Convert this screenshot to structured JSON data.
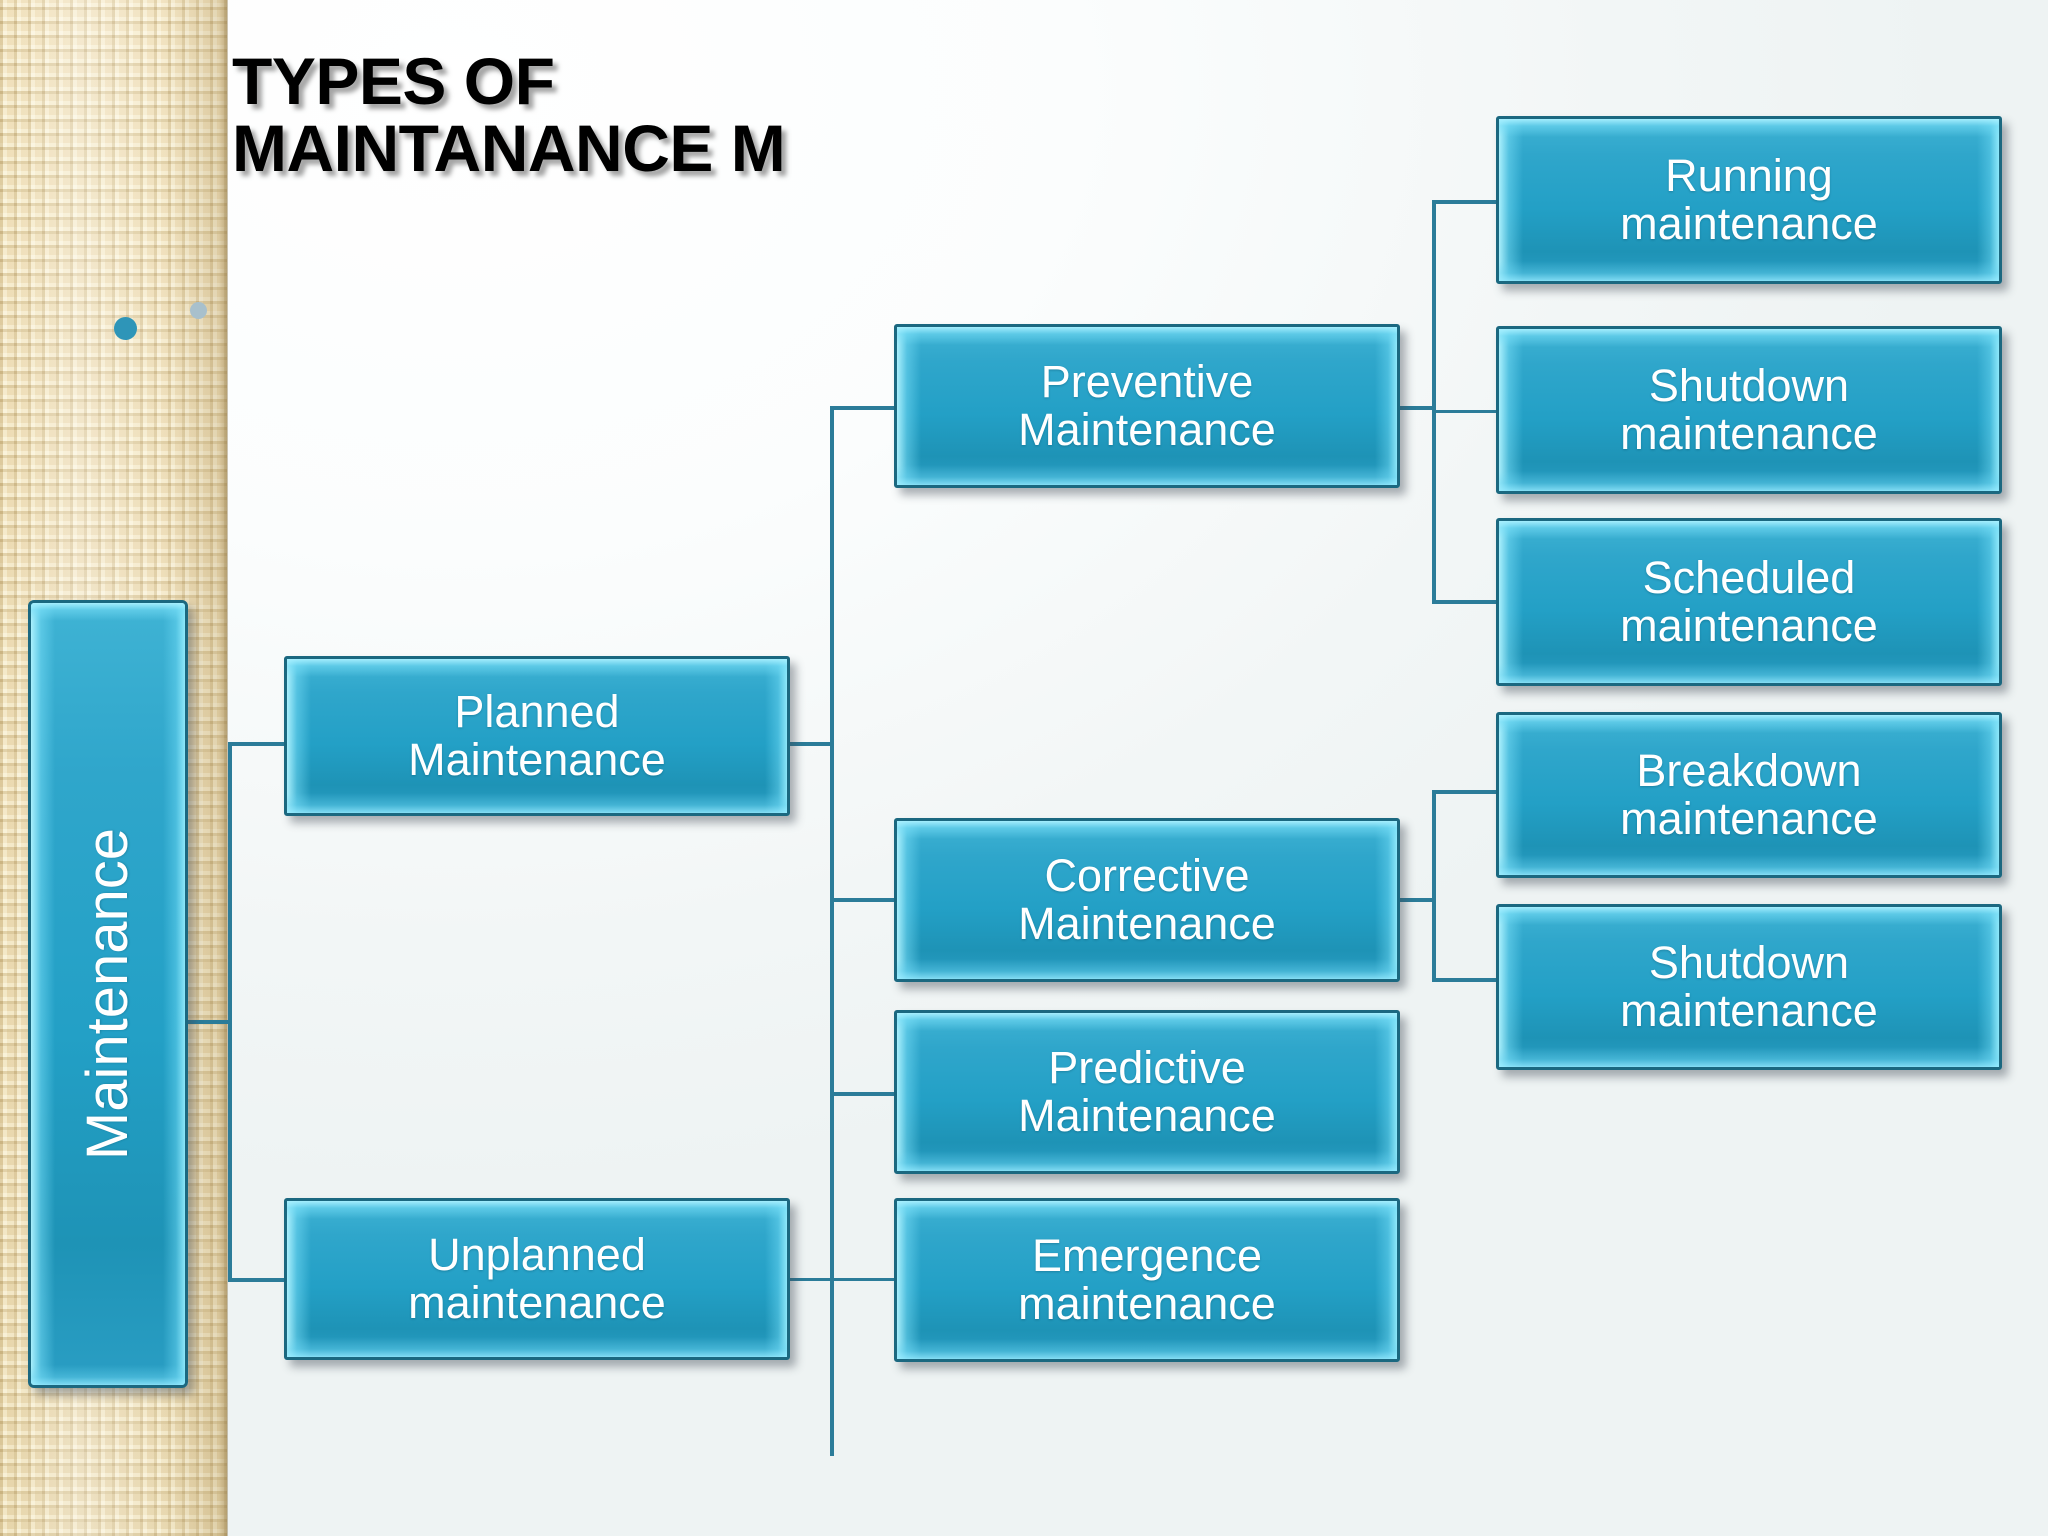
{
  "slide": {
    "title": "TYPES OF\nMAINTANANCE M",
    "background_color": "#ffffff",
    "sidebar_color": "#ead9b0",
    "node_fill_color": "#23a0c6",
    "node_border_color": "#1b6880",
    "connector_color": "#2b7c99",
    "label_color": "#ffffff"
  },
  "bullets": [
    {
      "name": "teal-bullet",
      "color": "#2e95b8"
    },
    {
      "name": "gray-bullet",
      "color": "#a8c0cc"
    }
  ],
  "diagram": {
    "type": "hierarchy-tree",
    "root": {
      "label": "Maintenance"
    },
    "level2": [
      {
        "label": "Planned\nMaintenance"
      },
      {
        "label": "Unplanned\nmaintenance"
      }
    ],
    "level3": [
      {
        "label": "Preventive\nMaintenance",
        "parent": "Planned Maintenance"
      },
      {
        "label": "Corrective\nMaintenance",
        "parent": "Planned Maintenance"
      },
      {
        "label": "Predictive\nMaintenance",
        "parent": "Planned Maintenance"
      },
      {
        "label": "Emergence\nmaintenance",
        "parent": "Unplanned maintenance"
      }
    ],
    "level4": [
      {
        "label": "Running\nmaintenance",
        "parent": "Preventive Maintenance"
      },
      {
        "label": "Shutdown\nmaintenance",
        "parent": "Preventive Maintenance"
      },
      {
        "label": "Scheduled\nmaintenance",
        "parent": "Preventive Maintenance"
      },
      {
        "label": "Breakdown\nmaintenance",
        "parent": "Corrective Maintenance"
      },
      {
        "label": "Shutdown\nmaintenance",
        "parent": "Corrective Maintenance"
      }
    ]
  }
}
